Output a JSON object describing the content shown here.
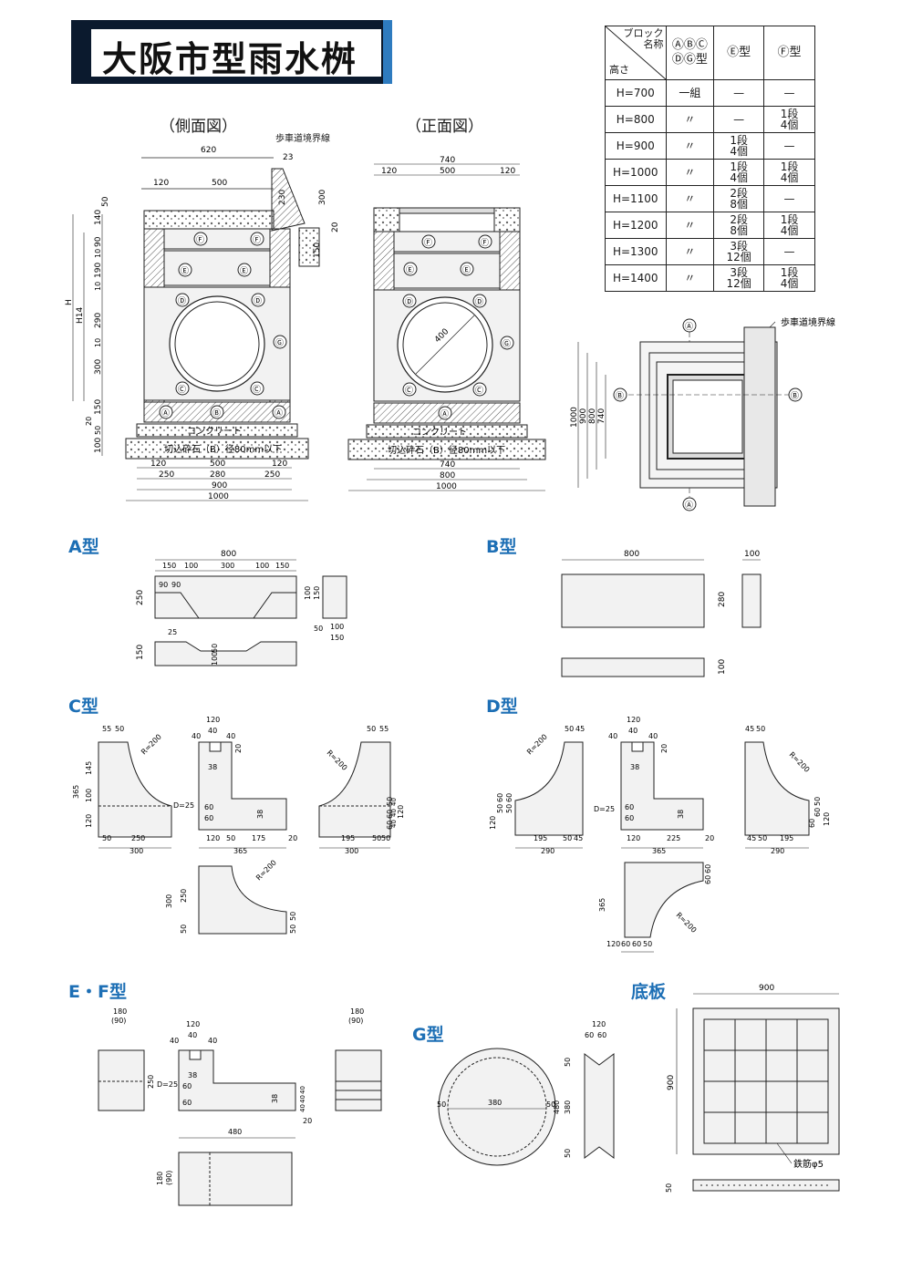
{
  "page": {
    "title": "大阪市型雨水桝"
  },
  "spec_table": {
    "header": {
      "name_label": "ブロック\n名称",
      "height_label": "高さ",
      "col1": "ⒶⒷⒸ\nⒹⒼ型",
      "col2": "Ⓔ型",
      "col3": "Ⓕ型"
    },
    "rows": [
      {
        "h": "H=700",
        "a": "一組",
        "e": "—",
        "f": "—"
      },
      {
        "h": "H=800",
        "a": "〃",
        "e": "—",
        "f": "1段\n4個"
      },
      {
        "h": "H=900",
        "a": "〃",
        "e": "1段\n4個",
        "f": "—"
      },
      {
        "h": "H=1000",
        "a": "〃",
        "e": "1段\n4個",
        "f": "1段\n4個"
      },
      {
        "h": "H=1100",
        "a": "〃",
        "e": "2段\n8個",
        "f": "—"
      },
      {
        "h": "H=1200",
        "a": "〃",
        "e": "2段\n8個",
        "f": "1段\n4個"
      },
      {
        "h": "H=1300",
        "a": "〃",
        "e": "3段\n12個",
        "f": "—"
      },
      {
        "h": "H=1400",
        "a": "〃",
        "e": "3段\n12個",
        "f": "1段\n4個"
      }
    ]
  },
  "side_view": {
    "label": "（側面図）",
    "boundary": "歩車道境界線",
    "dims_top": [
      "620",
      "120",
      "500",
      "23",
      "230",
      "300",
      "50",
      "20"
    ],
    "dims_left": [
      "140",
      "90",
      "10",
      "190",
      "10",
      "290",
      "10",
      "300",
      "150",
      "20",
      "50",
      "100"
    ],
    "h_label": "H",
    "h14_label": "H14",
    "concrete": "コンクリート",
    "gravel": "切込砕石（B）径80mm以下",
    "dims_bottom": [
      "120",
      "500",
      "120",
      "250",
      "280",
      "250",
      "900",
      "1000"
    ],
    "blocks": [
      "Ⓕ",
      "Ⓕ",
      "Ⓔ",
      "Ⓔ",
      "Ⓓ",
      "Ⓓ",
      "Ⓖ",
      "Ⓒ",
      "Ⓒ",
      "Ⓐ",
      "Ⓑ",
      "Ⓐ"
    ],
    "side_dim": "150"
  },
  "front_view": {
    "label": "（正面図）",
    "dims_top": [
      "740",
      "120",
      "500",
      "120"
    ],
    "dia": "400",
    "concrete": "コンクリート",
    "gravel": "切込砕石（B）径80mm以下",
    "dims_bottom": [
      "740",
      "800",
      "1000"
    ],
    "blocks": [
      "Ⓕ",
      "Ⓕ",
      "Ⓔ",
      "Ⓔ",
      "Ⓓ",
      "Ⓓ",
      "Ⓖ",
      "Ⓒ",
      "Ⓒ",
      "Ⓐ"
    ]
  },
  "plan_view": {
    "boundary": "歩車道境界線",
    "dims": [
      "1000",
      "900",
      "800",
      "740"
    ],
    "marks": [
      "Ⓐ",
      "Ⓐ",
      "Ⓑ",
      "Ⓑ"
    ]
  },
  "sections": {
    "a": "A型",
    "b": "B型",
    "c": "C型",
    "d": "D型",
    "ef": "E・F型",
    "g": "G型",
    "base": "底板"
  },
  "a_type": {
    "dims": [
      "800",
      "150",
      "100",
      "300",
      "100",
      "150",
      "90",
      "90",
      "250",
      "100",
      "150",
      "50",
      "100",
      "150",
      "25",
      "150",
      "50",
      "100"
    ]
  },
  "b_type": {
    "dims": [
      "800",
      "100",
      "280",
      "100"
    ]
  },
  "c_type": {
    "dims": [
      "55",
      "50",
      "145",
      "365",
      "100",
      "120",
      "R=200",
      "50",
      "250",
      "300",
      "120",
      "40",
      "40",
      "40",
      "20",
      "38",
      "D=25",
      "60",
      "60",
      "38",
      "120",
      "50",
      "175",
      "20",
      "365",
      "50",
      "55",
      "R=200",
      "120",
      "50",
      "60",
      "60",
      "40",
      "40",
      "40",
      "195",
      "50",
      "50",
      "300",
      "300",
      "250",
      "50",
      "R=200",
      "50",
      "50"
    ]
  },
  "d_type": {
    "dims": [
      "R=200",
      "50",
      "45",
      "60",
      "50",
      "60",
      "50",
      "120",
      "195",
      "50",
      "45",
      "290",
      "120",
      "40",
      "40",
      "40",
      "20",
      "38",
      "D=25",
      "60",
      "60",
      "38",
      "120",
      "225",
      "20",
      "365",
      "45",
      "50",
      "R=200",
      "50",
      "60",
      "60",
      "120",
      "45",
      "50",
      "195",
      "290",
      "365",
      "60",
      "60",
      "R=200",
      "60",
      "60",
      "50",
      "120"
    ]
  },
  "ef_type": {
    "dims": [
      "180",
      "(90)",
      "120",
      "40",
      "40",
      "40",
      "20",
      "250",
      "38",
      "D=25",
      "60",
      "60",
      "38",
      "40",
      "40",
      "40",
      "20",
      "480",
      "180",
      "(90)",
      "180",
      "(90)"
    ]
  },
  "g_type": {
    "dims": [
      "120",
      "60",
      "60",
      "50",
      "380",
      "50",
      "50",
      "380",
      "480",
      "50"
    ]
  },
  "base_plate": {
    "dims": [
      "900",
      "900",
      "50"
    ],
    "rebar": "鉄筋φ5"
  }
}
